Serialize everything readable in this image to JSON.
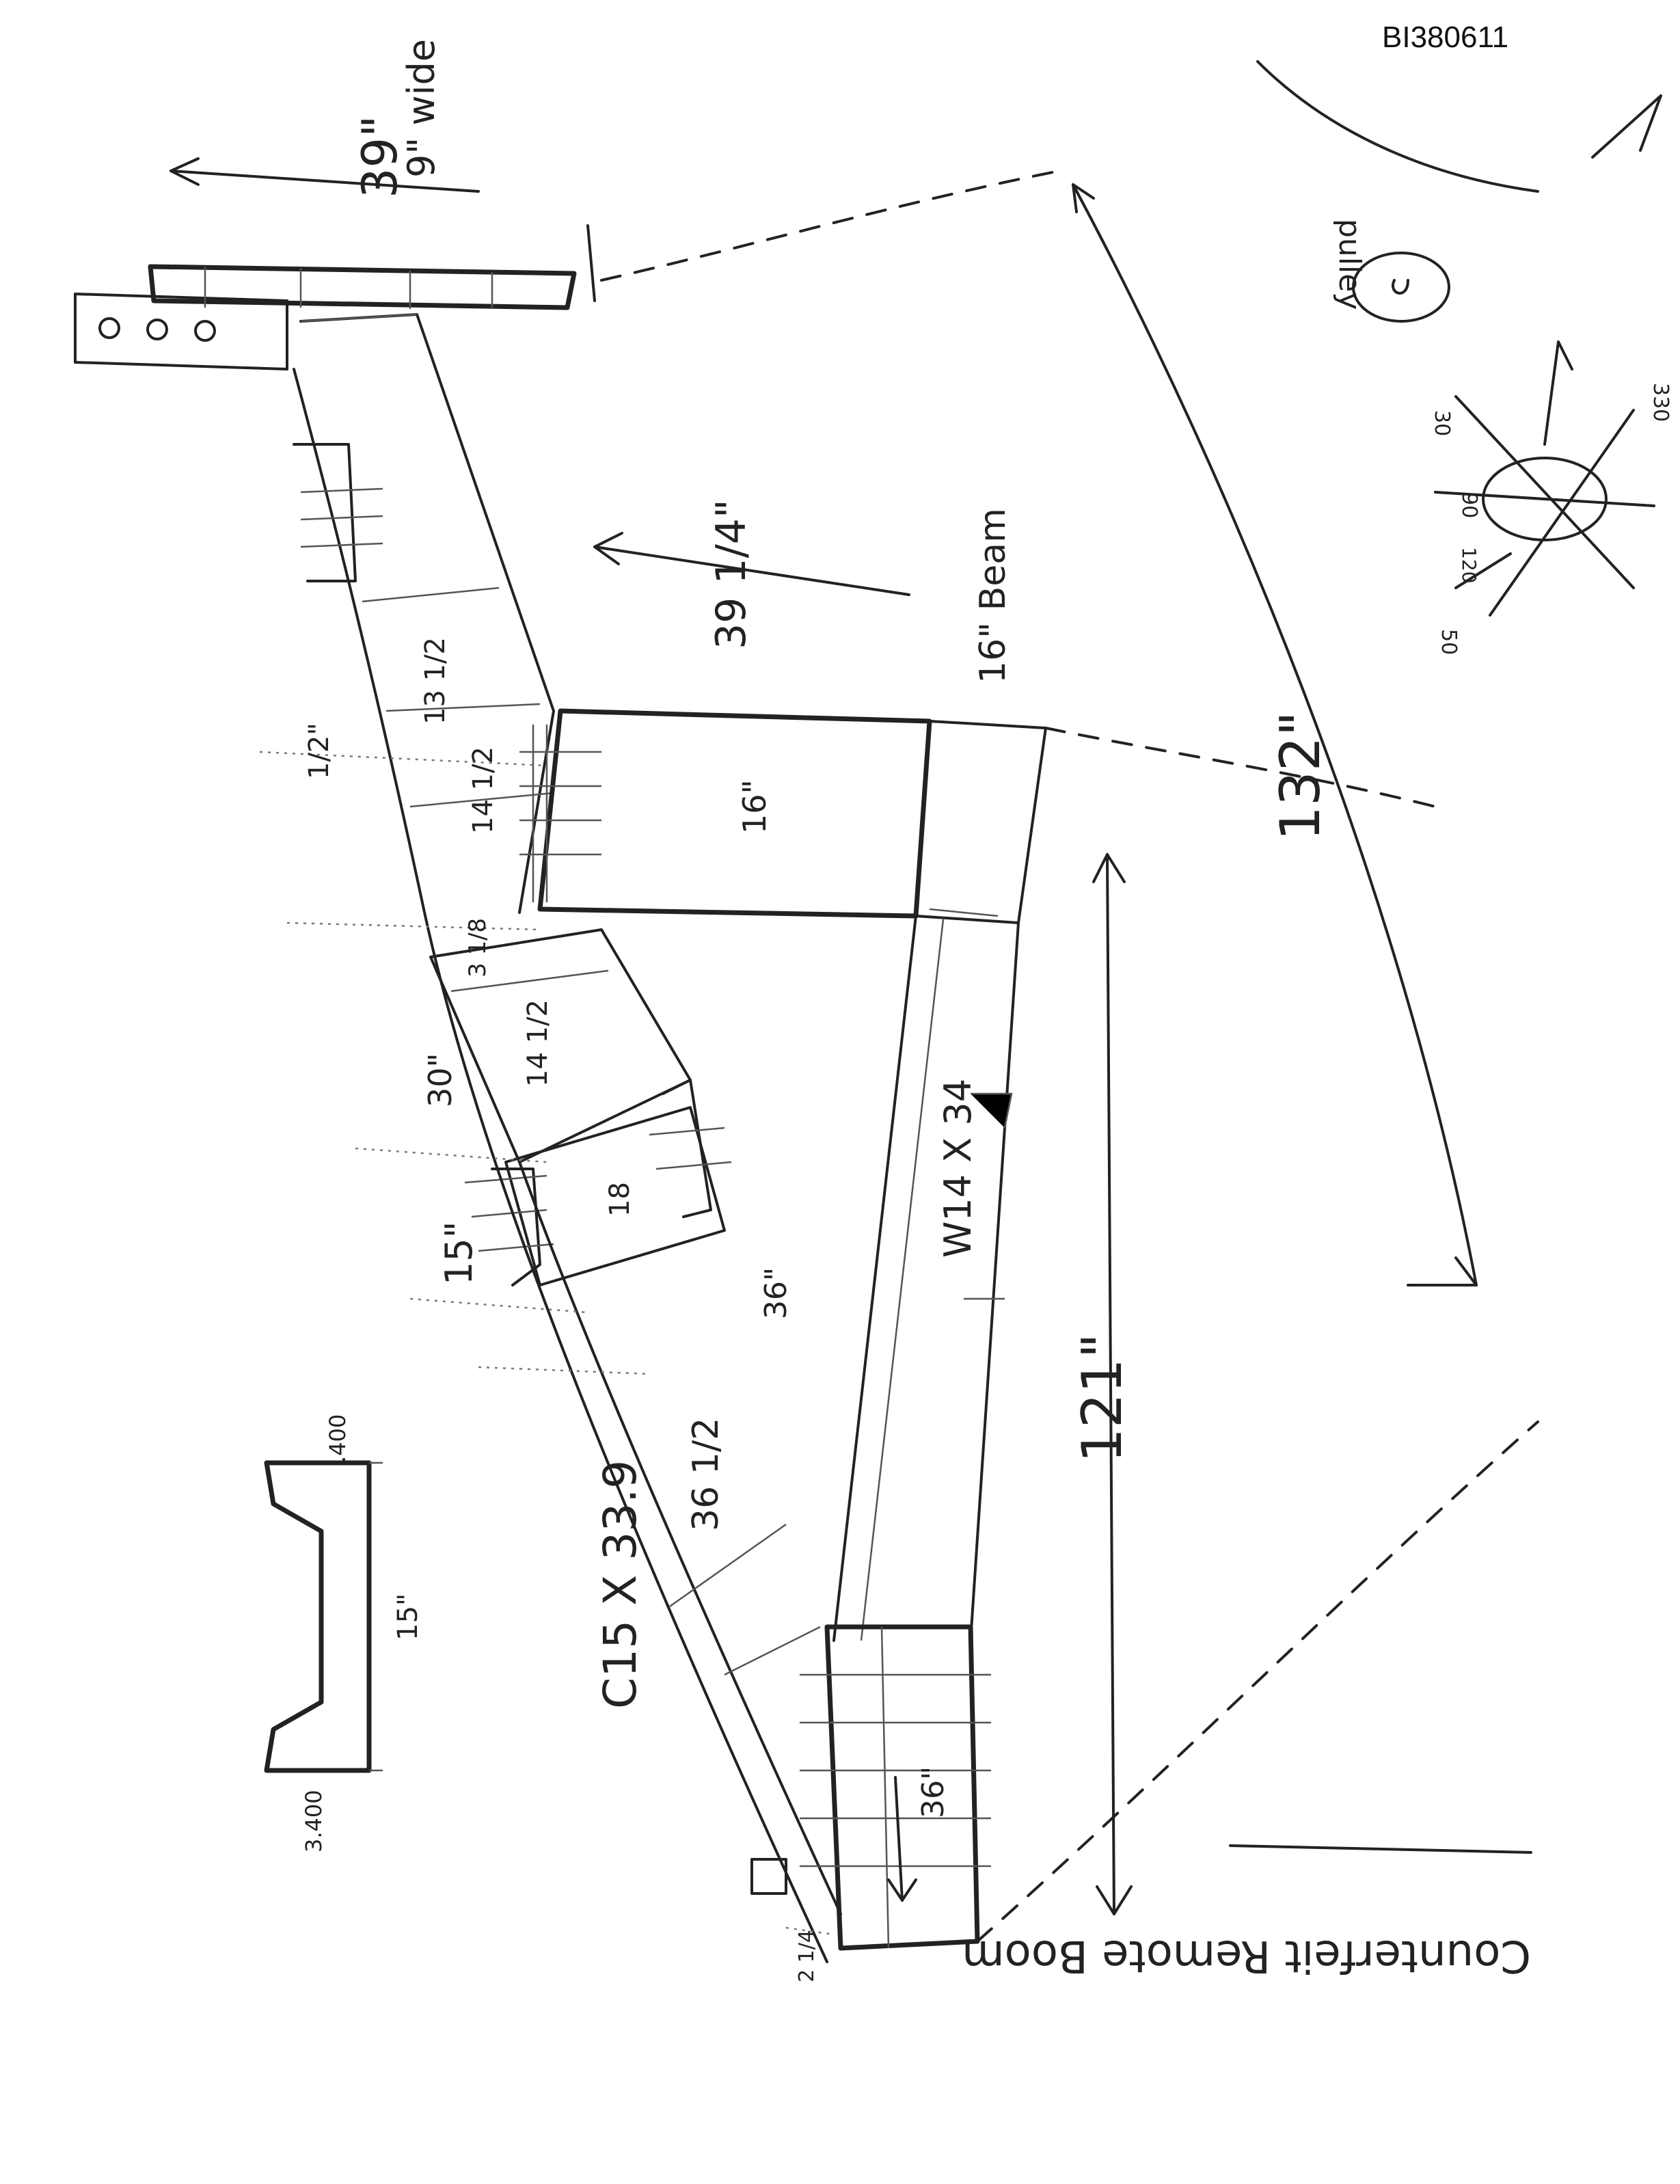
{
  "document_id": "BI380611",
  "title": "Counterfeit Remote Boom",
  "labels": {
    "dim_39": "39\"",
    "dim_9_wide": "9\" wide",
    "pulley": "pulley",
    "dim_39_1_4": "39 1/4\"",
    "beam_16": "16\" Beam",
    "dim_132": "132\"",
    "dim_13_1_2": "13 1/2",
    "dim_14_1_2": "14 1/2",
    "dim_16": "16\"",
    "dim_half": "1/2\"",
    "dim_3_1_8": "3 1/8",
    "dim_14_1_2_b": "14 1/2",
    "dim_30": "30\"",
    "dim_18": "18",
    "dim_15": "15\"",
    "dim_36": "36\"",
    "w14x34": "W14 X 34",
    "dim_121": "121\"",
    "dim_36_1_2": "36 1/2",
    "c15x33_9": "C15 X 33.9",
    "dim_36_b": "36\"",
    "dim_2_1_4": "2 1/4",
    "profile_400": ".400",
    "profile_15": "15\"",
    "profile_3_400": "3.400",
    "angle_50": "50",
    "angle_120": "120",
    "angle_90": "90",
    "angle_30": "30",
    "angle_330": "330"
  }
}
